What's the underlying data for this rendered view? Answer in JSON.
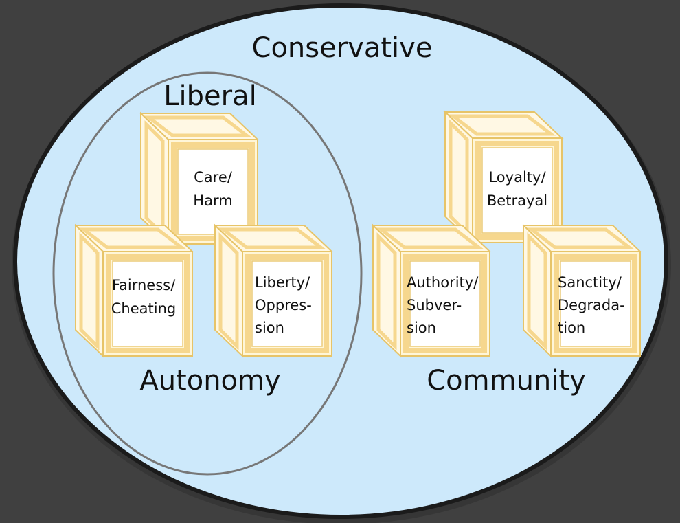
{
  "labels": {
    "outer": "Conservative",
    "inner": "Liberal",
    "left_group": "Autonomy",
    "right_group": "Community"
  },
  "boxes": {
    "care": [
      "Care/",
      "Harm"
    ],
    "fairness": [
      "Fairness/",
      "Cheating"
    ],
    "liberty": [
      "Liberty/",
      "Oppres-",
      "sion"
    ],
    "loyalty": [
      "Loyalty/",
      "Betrayal"
    ],
    "authority": [
      "Authority/",
      "Subver-",
      "sion"
    ],
    "sanctity": [
      "Sanctity/",
      "Degrada-",
      "tion"
    ]
  },
  "colors": {
    "background": "#404040",
    "outer_fill": "#cde9fb",
    "box_frame": "#f6d78e",
    "box_face": "#fff6d8",
    "liberal_outline": "#777777"
  }
}
